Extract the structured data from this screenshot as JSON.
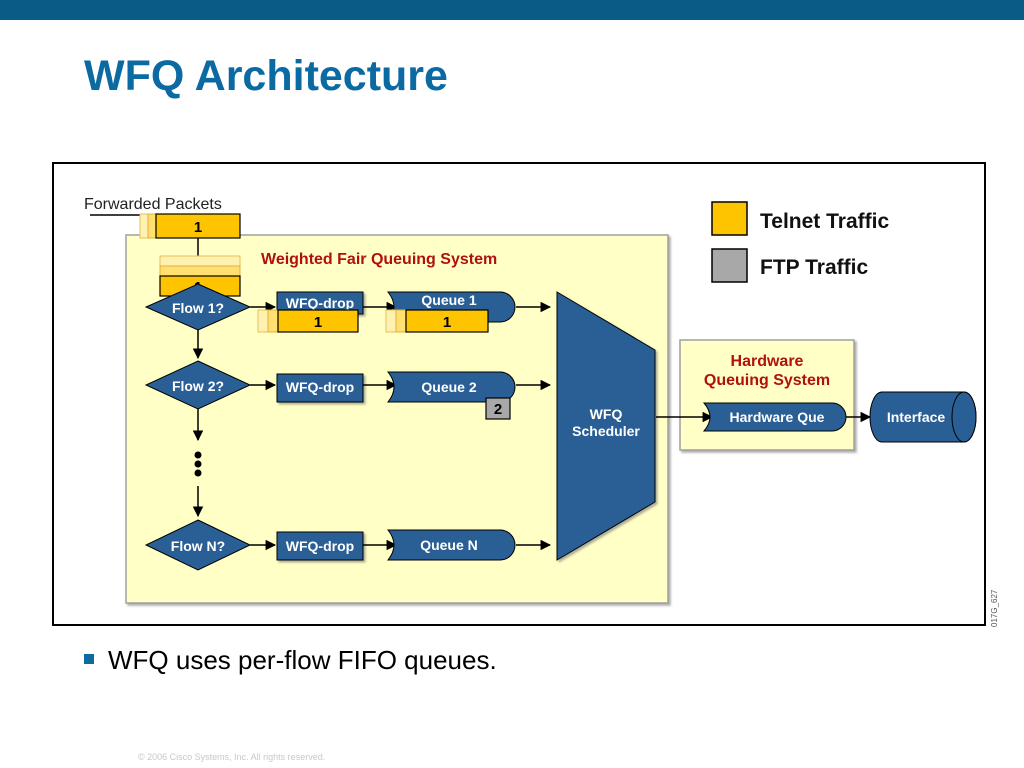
{
  "slide": {
    "title": "WFQ Architecture",
    "bullet": "WFQ uses per-flow FIFO queues.",
    "copyright": "© 2006 Cisco Systems, Inc. All rights reserved."
  },
  "diagram": {
    "forwarded_label": "Forwarded Packets",
    "system_label": "Weighted Fair Queuing System",
    "incoming_packet": "1",
    "classified_packet": "1",
    "flows": [
      {
        "decision": "Flow 1?",
        "drop": "WFQ-drop",
        "queue": "Queue 1",
        "drop_packet": "1",
        "queue_packet": "1"
      },
      {
        "decision": "Flow 2?",
        "drop": "WFQ-drop",
        "queue": "Queue 2",
        "queue_packet": "2"
      },
      {
        "decision": "Flow N?",
        "drop": "WFQ-drop",
        "queue": "Queue N"
      }
    ],
    "scheduler": [
      "WFQ",
      "Scheduler"
    ],
    "hardware_system": [
      "Hardware",
      "Queuing System"
    ],
    "hardware_queue": "Hardware Que",
    "interface": "Interface",
    "figure_id": "017G_627",
    "legend": [
      {
        "label": "Telnet Traffic",
        "color": "#ffc400"
      },
      {
        "label": "FTP Traffic",
        "color": "#a8a8a8"
      }
    ],
    "colors": {
      "node_blue": "#2a5f96",
      "system_bg": "#ffffc6",
      "title_red": "#b01010",
      "title_blue": "#0a6aa1"
    }
  }
}
